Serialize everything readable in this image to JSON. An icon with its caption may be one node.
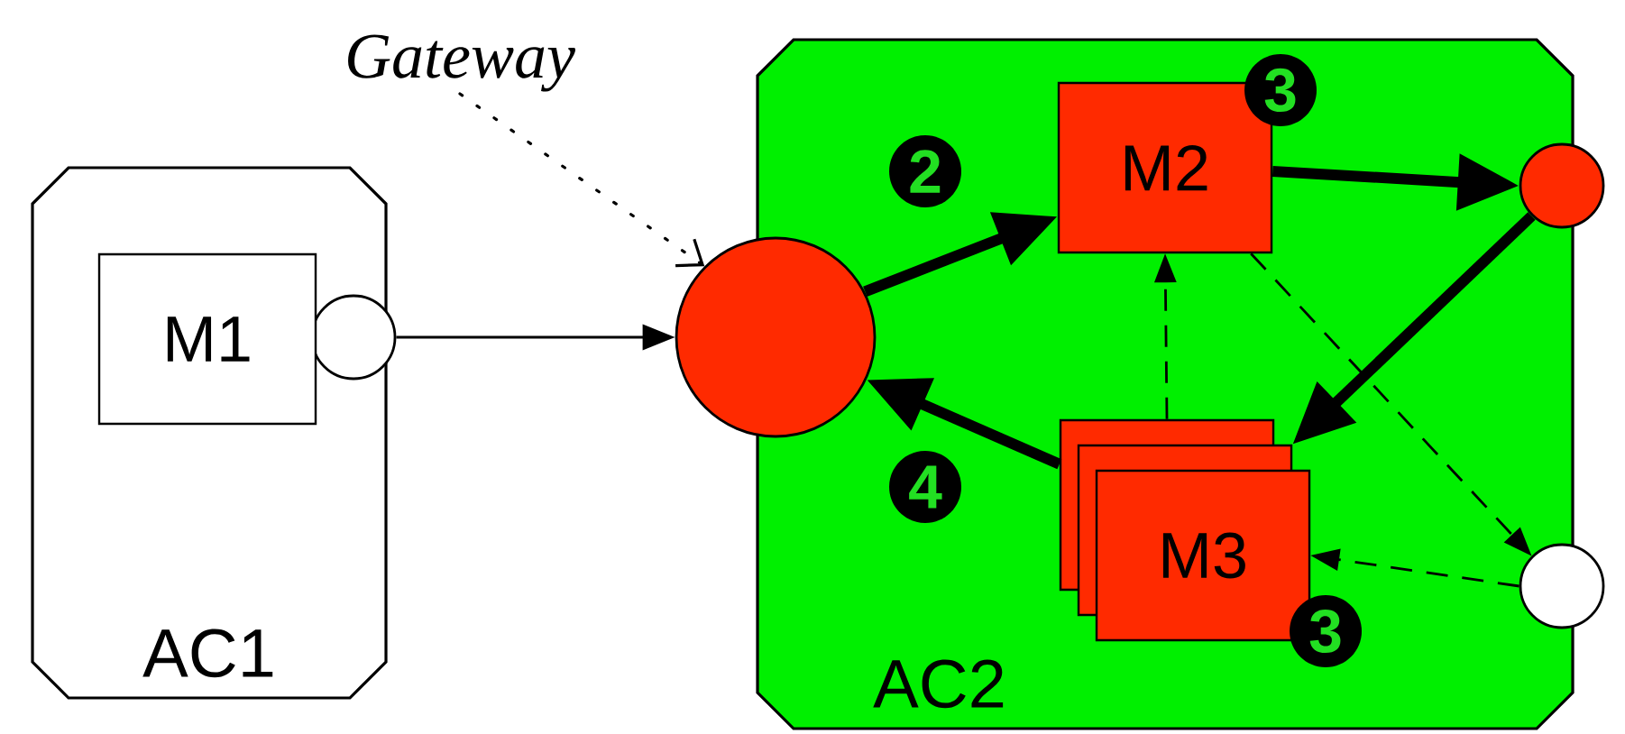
{
  "diagram": {
    "nodes": [
      {
        "text": [
          "AC1"
        ]
      },
      {
        "text": [
          "M1"
        ],
        "in": 0
      },
      {
        "text": [],
        "shape": "circle"
      },
      {
        "text": [
          "Gateway"
        ]
      },
      {
        "text": [
          "AC2"
        ]
      },
      {
        "text": [],
        "shape": "circle"
      },
      {
        "text": [
          "M2"
        ],
        "in": 4
      },
      {
        "text": [
          "M3"
        ],
        "in": 4
      },
      {
        "text": [],
        "shape": "circle"
      },
      {
        "text": [],
        "shape": "circle"
      }
    ],
    "edges": [
      {
        "from": 2,
        "to": 5,
        "arrow": "to"
      },
      {
        "from": 3,
        "to": 5,
        "arrow": "to",
        "style": "dashed"
      },
      {
        "from": 5,
        "to": 6,
        "arrow": "to",
        "style": "thick"
      },
      {
        "from": 6,
        "to": 8,
        "arrow": "to",
        "style": "thick"
      },
      {
        "from": 8,
        "to": 7,
        "arrow": "to",
        "style": "thick"
      },
      {
        "from": 7,
        "to": 5,
        "arrow": "to",
        "style": "thick"
      },
      {
        "from": 7,
        "to": 6,
        "arrow": "to",
        "style": "dashed"
      },
      {
        "from": 6,
        "to": 9,
        "arrow": "to",
        "style": "dashed"
      },
      {
        "from": 9,
        "to": 7,
        "arrow": "to",
        "style": "dashed"
      }
    ],
    "labels": [
      "3",
      "2",
      "4",
      "3"
    ]
  }
}
